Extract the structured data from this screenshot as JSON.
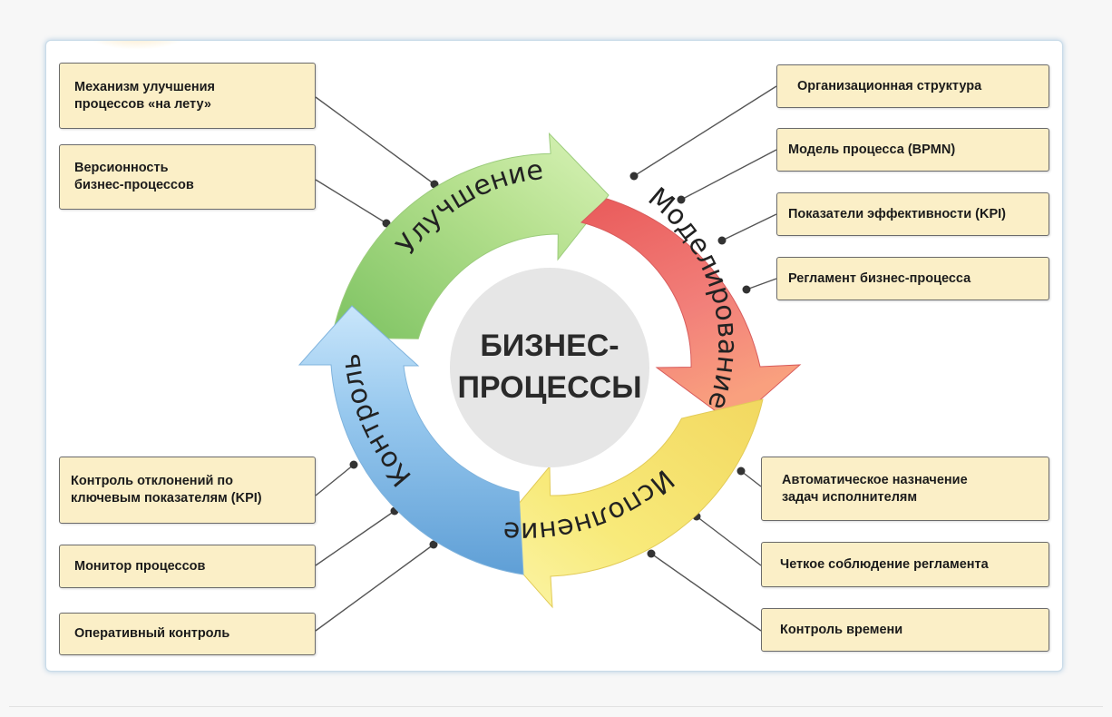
{
  "center": {
    "line1": "БИЗНЕС-",
    "line2": "ПРОЦЕССЫ"
  },
  "phases": {
    "improvement": "Улучшение",
    "modeling": "Моделирование",
    "execution": "Исполнение",
    "control": "Контроль"
  },
  "colors": {
    "improvement": "#8fcf6a",
    "modeling": "#ee6e6e",
    "execution": "#f7e46a",
    "control": "#86bde6",
    "box_fill": "#fbefc7",
    "center_fill": "#e6e6e6"
  },
  "boxes": {
    "improvement": [
      {
        "line1": "Механизм улучшения",
        "line2": "процессов «на лету»"
      },
      {
        "line1": "Версионность",
        "line2": "бизнес-процессов"
      }
    ],
    "modeling": [
      {
        "line1": "Организационная структура"
      },
      {
        "line1": "Модель процесса (BPMN)"
      },
      {
        "line1": "Показатели эффективности (KPI)"
      },
      {
        "line1": "Регламент бизнес-процесса"
      }
    ],
    "execution": [
      {
        "line1": "Автоматическое назначение",
        "line2": "задач исполнителям"
      },
      {
        "line1": "Четкое соблюдение регламента"
      },
      {
        "line1": "Контроль времени"
      }
    ],
    "control": [
      {
        "line1": "Контроль отклонений по",
        "line2": "ключевым показателям (KPI)"
      },
      {
        "line1": "Монитор процессов"
      },
      {
        "line1": "Оперативный контроль"
      }
    ]
  }
}
